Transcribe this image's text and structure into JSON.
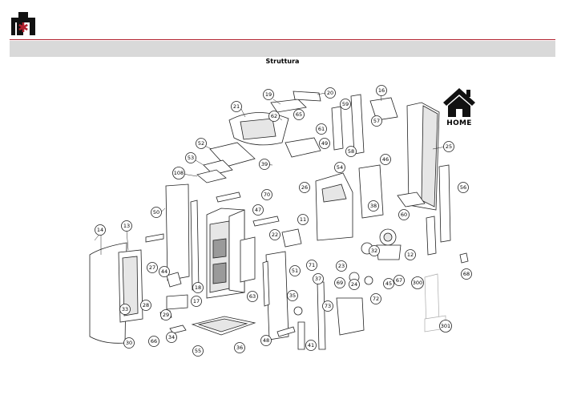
{
  "header": {
    "title": "Struttura",
    "home_label": "HOME"
  },
  "colors": {
    "accent": "#b01e2b",
    "bar": "#d9d9d9"
  },
  "icons": {
    "logo": "brand-logo-icon",
    "home": "home-icon"
  },
  "callouts": [
    "19",
    "20",
    "16",
    "21",
    "62",
    "65",
    "59",
    "57",
    "61",
    "58",
    "25",
    "52",
    "49",
    "53",
    "39",
    "46",
    "54",
    "108",
    "70",
    "26",
    "56",
    "60",
    "47",
    "50",
    "13",
    "14",
    "11",
    "38",
    "22",
    "32",
    "12",
    "27",
    "44",
    "71",
    "23",
    "37",
    "69",
    "67",
    "45",
    "72",
    "24",
    "300",
    "18",
    "17",
    "51",
    "63",
    "28",
    "29",
    "35",
    "73",
    "68",
    "33",
    "30",
    "66",
    "34",
    "55",
    "36",
    "48",
    "41",
    "301"
  ]
}
